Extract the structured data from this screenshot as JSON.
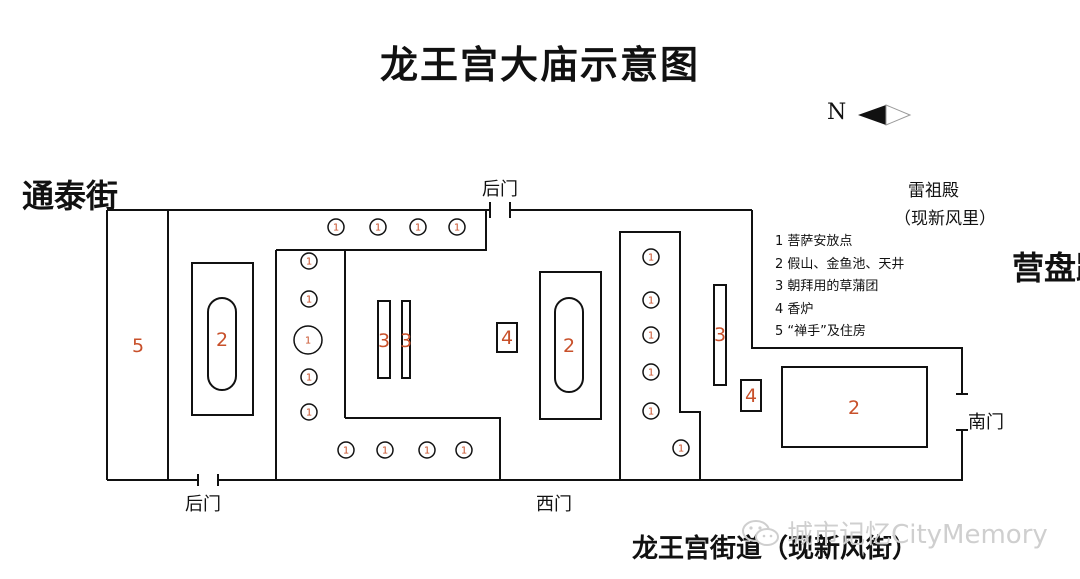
{
  "title": "龙王宫大庙示意图",
  "compass": {
    "letter": "N",
    "icon": "north-arrow-icon"
  },
  "streets": {
    "west": "通泰街",
    "east": "营盘路",
    "south": "龙王宫街道（现新风街）"
  },
  "gates": {
    "back_top": "后门",
    "back_bottom": "后门",
    "west": "西门",
    "south": "南门"
  },
  "landmark": {
    "name": "雷祖殿",
    "note": "（现新风里）"
  },
  "legend": [
    "1 菩萨安放点",
    "2 假山、金鱼池、天井",
    "3 朝拜用的草蒲团",
    "4 香炉",
    "5 “禅手”及住房"
  ],
  "labels": {
    "statue": "1",
    "pond": "2",
    "cushion": "3",
    "incense": "4",
    "housing": "5"
  },
  "watermark": {
    "text": "城市记忆CityMemory",
    "icon": "wechat-icon"
  },
  "colors": {
    "label": "#c8502a",
    "line": "#111111"
  }
}
